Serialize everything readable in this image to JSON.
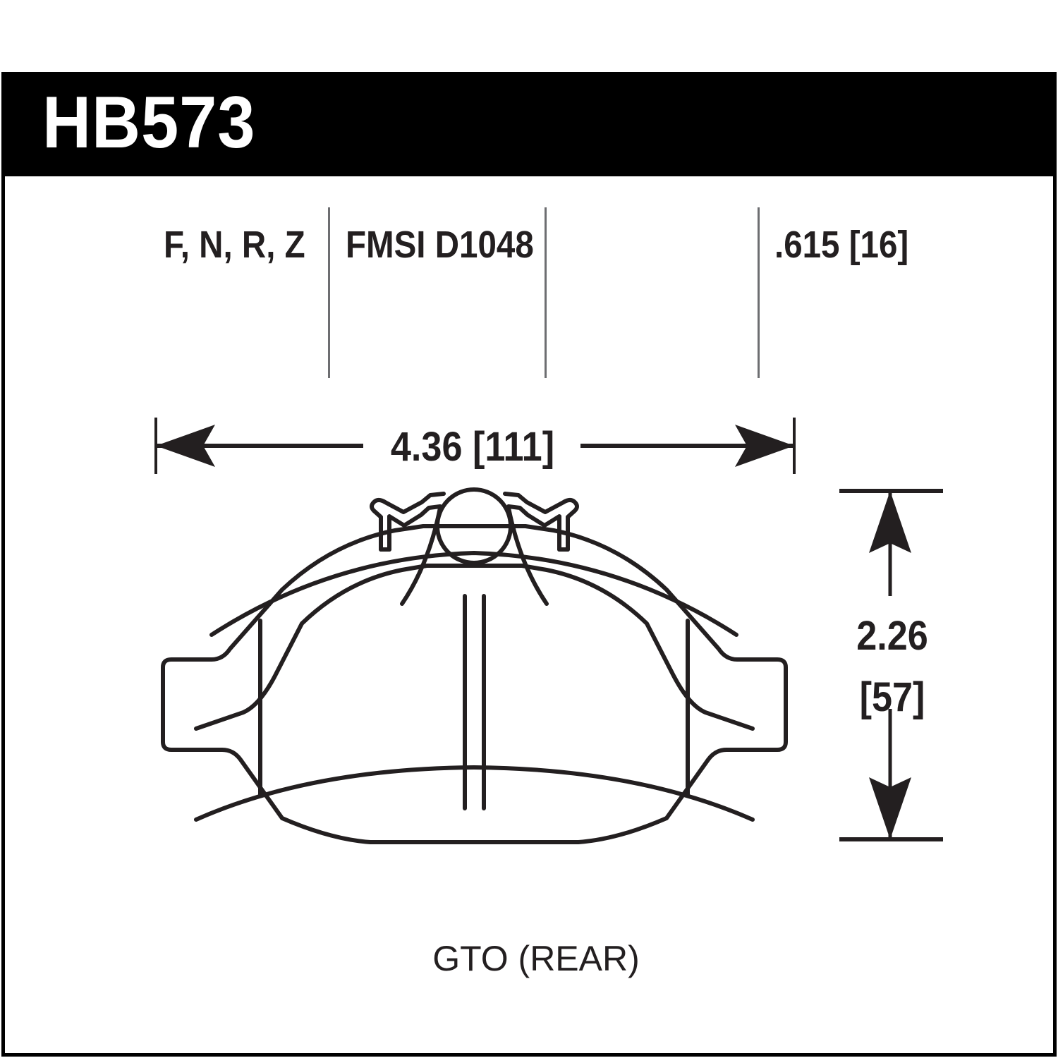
{
  "part": {
    "header_id": "HB573"
  },
  "spec_row": {
    "compounds": "F, N, R, Z",
    "fmsi": "FMSI D1048",
    "thickness": ".615 [16]"
  },
  "dimensions": {
    "width": "4.36 [111]",
    "height_inch": "2.26",
    "height_mm": "[57]"
  },
  "caption": {
    "application": "GTO (REAR)"
  },
  "colors": {
    "header_bg": "#000000",
    "header_text": "#ffffff",
    "line": "#231f20",
    "divider": "#6d6e71",
    "page_bg": "#ffffff"
  }
}
